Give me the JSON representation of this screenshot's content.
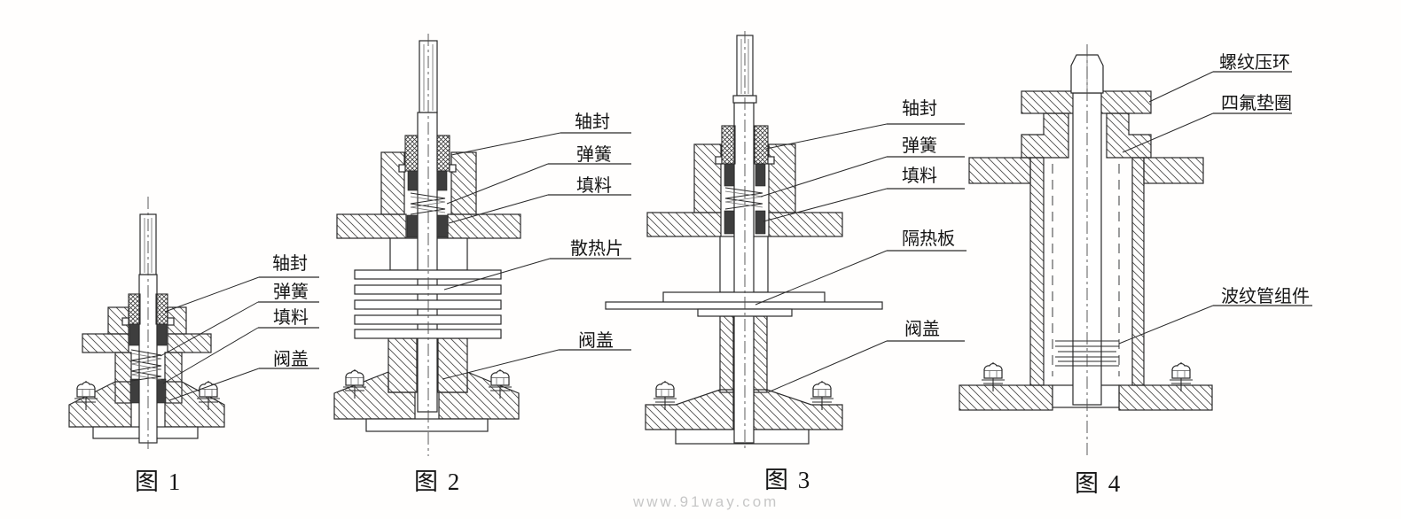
{
  "page": {
    "background": "#fffefd",
    "line_color": "#2a2a2a",
    "packing_color": "#3e3e3e",
    "watermark": "www.91way.com",
    "watermark_color": "#c7c7c7"
  },
  "figures": [
    {
      "id": "figure-1",
      "caption": "图 1",
      "labels": [
        "轴封",
        "弹簧",
        "填料",
        "阀盖"
      ]
    },
    {
      "id": "figure-2",
      "caption": "图 2",
      "labels": [
        "轴封",
        "弹簧",
        "填料",
        "散热片",
        "阀盖"
      ]
    },
    {
      "id": "figure-3",
      "caption": "图 3",
      "labels": [
        "轴封",
        "弹簧",
        "填料",
        "隔热板",
        "阀盖"
      ]
    },
    {
      "id": "figure-4",
      "caption": "图 4",
      "labels": [
        "螺纹压环",
        "四氟垫圈",
        "波纹管组件"
      ]
    }
  ]
}
